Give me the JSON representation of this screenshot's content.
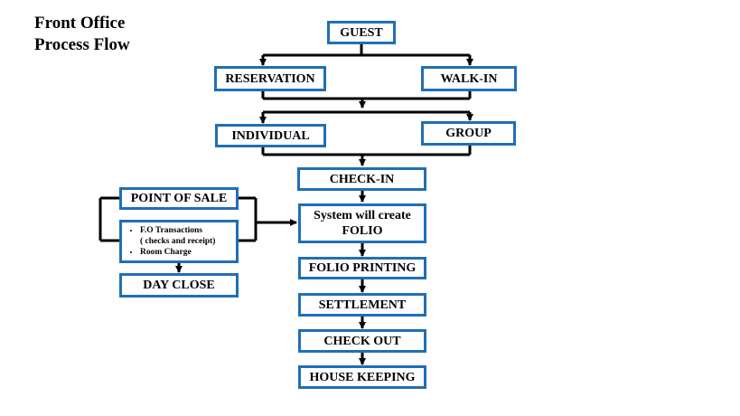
{
  "title": [
    "Front Office",
    "Process Flow"
  ],
  "nodes": {
    "guest": "GUEST",
    "reservation": "RESERVATION",
    "walk_in": "WALK-IN",
    "individual": "INDIVIDUAL",
    "group": "GROUP",
    "check_in": "CHECK-IN",
    "create_folio": [
      "System will create",
      "FOLIO"
    ],
    "folio_printing": "FOLIO PRINTING",
    "settlement": "SETTLEMENT",
    "check_out": "CHECK OUT",
    "house_keeping": "HOUSE KEEPING",
    "point_of_sale": "POINT OF SALE",
    "fo_transactions": [
      "F.O Transactions",
      "( checks and receipt)",
      "Room Charge"
    ],
    "day_close": "DAY CLOSE"
  },
  "colors": {
    "box_border": "#1f6fb5",
    "connector": "#000000"
  }
}
